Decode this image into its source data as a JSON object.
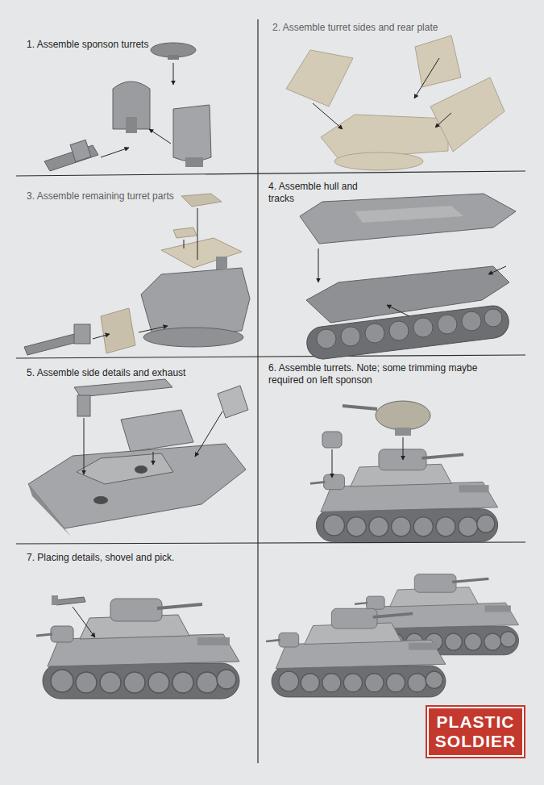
{
  "diagram": {
    "nodes": [
      {
        "text": [
          "PLASTIC SOLDIER"
        ]
      }
    ],
    "labels": [
      "1. Assemble sponson turrets",
      "2. Assemble turret sides and rear plate",
      "3. Assemble remaining turret parts",
      "4. Assemble hull and tracks",
      "5. Assemble side details and exhaust",
      "6. Assemble turrets. Note; some trimming maybe required on left sponson",
      "7. Placing details, shovel and pick."
    ]
  }
}
